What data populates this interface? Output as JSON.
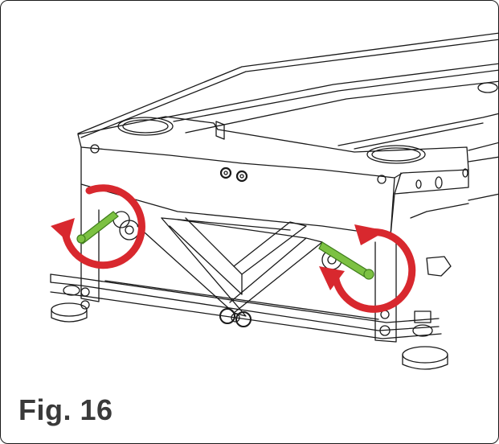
{
  "figure": {
    "label": "Fig. 16",
    "description_items": [
      "rotation-arrow-left",
      "rotation-arrow-right",
      "lever-left",
      "lever-right"
    ]
  },
  "colors": {
    "line": "#1a1a1a",
    "arrow": "#d8282e",
    "lever": "#7cc142",
    "lever_dark": "#3f7d1c",
    "label": "#3a3a3a",
    "frame": "#1a1a1a"
  },
  "icons": [
    "rotate-arrow-icon",
    "lever-icon"
  ]
}
